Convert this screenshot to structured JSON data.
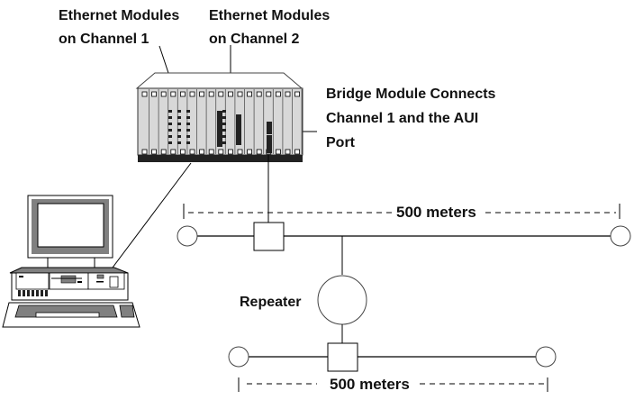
{
  "labels": {
    "eth_modules_ch1": [
      "Ethernet Modules",
      "on Channel 1"
    ],
    "eth_modules_ch2": [
      "Ethernet Modules",
      "on Channel 2"
    ],
    "bridge": [
      "Bridge Module Connects",
      "Channel 1 and the AUI",
      "Port"
    ],
    "repeater": "Repeater",
    "segment_top_length": "500 meters",
    "segment_bottom_length": "500 meters"
  },
  "colors": {
    "line": "#000000",
    "chassis_fill": "#d8d8d8",
    "chassis_base": "#222222",
    "monitor_bezel": "#808080",
    "keyboard_keys": "#808080"
  }
}
